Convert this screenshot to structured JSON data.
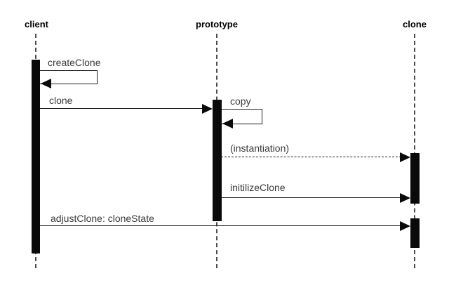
{
  "diagram": {
    "type": "uml-sequence-diagram",
    "colors": {
      "background": "#ffffff",
      "activation_bar": "#0a0a0a",
      "message_line": "#1c1c1c",
      "lifeline_dash": "#4d4d4d",
      "message_text": "#3a3a3a",
      "lifeline_label_text": "#000000"
    },
    "lifelines": [
      {
        "id": "client",
        "label": "client"
      },
      {
        "id": "prototype",
        "label": "prototype"
      },
      {
        "id": "clone",
        "label": "clone"
      }
    ],
    "messages": [
      {
        "label": "createClone",
        "type": "self",
        "from": "client",
        "to": "client"
      },
      {
        "label": "clone",
        "type": "solid",
        "from": "client",
        "to": "prototype"
      },
      {
        "label": "copy",
        "type": "self",
        "from": "prototype",
        "to": "prototype"
      },
      {
        "label": "(instantiation)",
        "type": "dashed",
        "from": "prototype",
        "to": "clone"
      },
      {
        "label": "initilizeClone",
        "type": "solid",
        "from": "prototype",
        "to": "clone"
      },
      {
        "label": "adjustClone: cloneState",
        "type": "solid",
        "from": "client",
        "to": "clone"
      }
    ]
  }
}
